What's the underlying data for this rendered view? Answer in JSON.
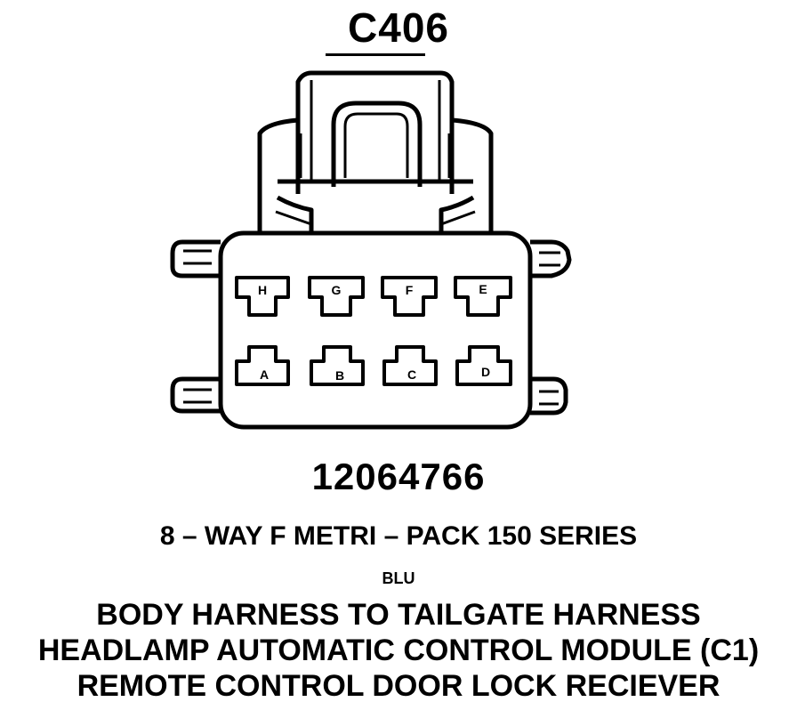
{
  "connector": {
    "title": "C406",
    "part_number": "12064766",
    "type": "8 – WAY F METRI – PACK 150 SERIES",
    "color": "BLU",
    "usage": [
      "BODY HARNESS TO TAILGATE HARNESS",
      "HEADLAMP AUTOMATIC CONTROL MODULE (C1)",
      "REMOTE CONTROL DOOR LOCK RECIEVER"
    ],
    "pins_top": [
      "H",
      "G",
      "F",
      "E"
    ],
    "pins_bottom": [
      "A",
      "B",
      "C",
      "D"
    ]
  }
}
